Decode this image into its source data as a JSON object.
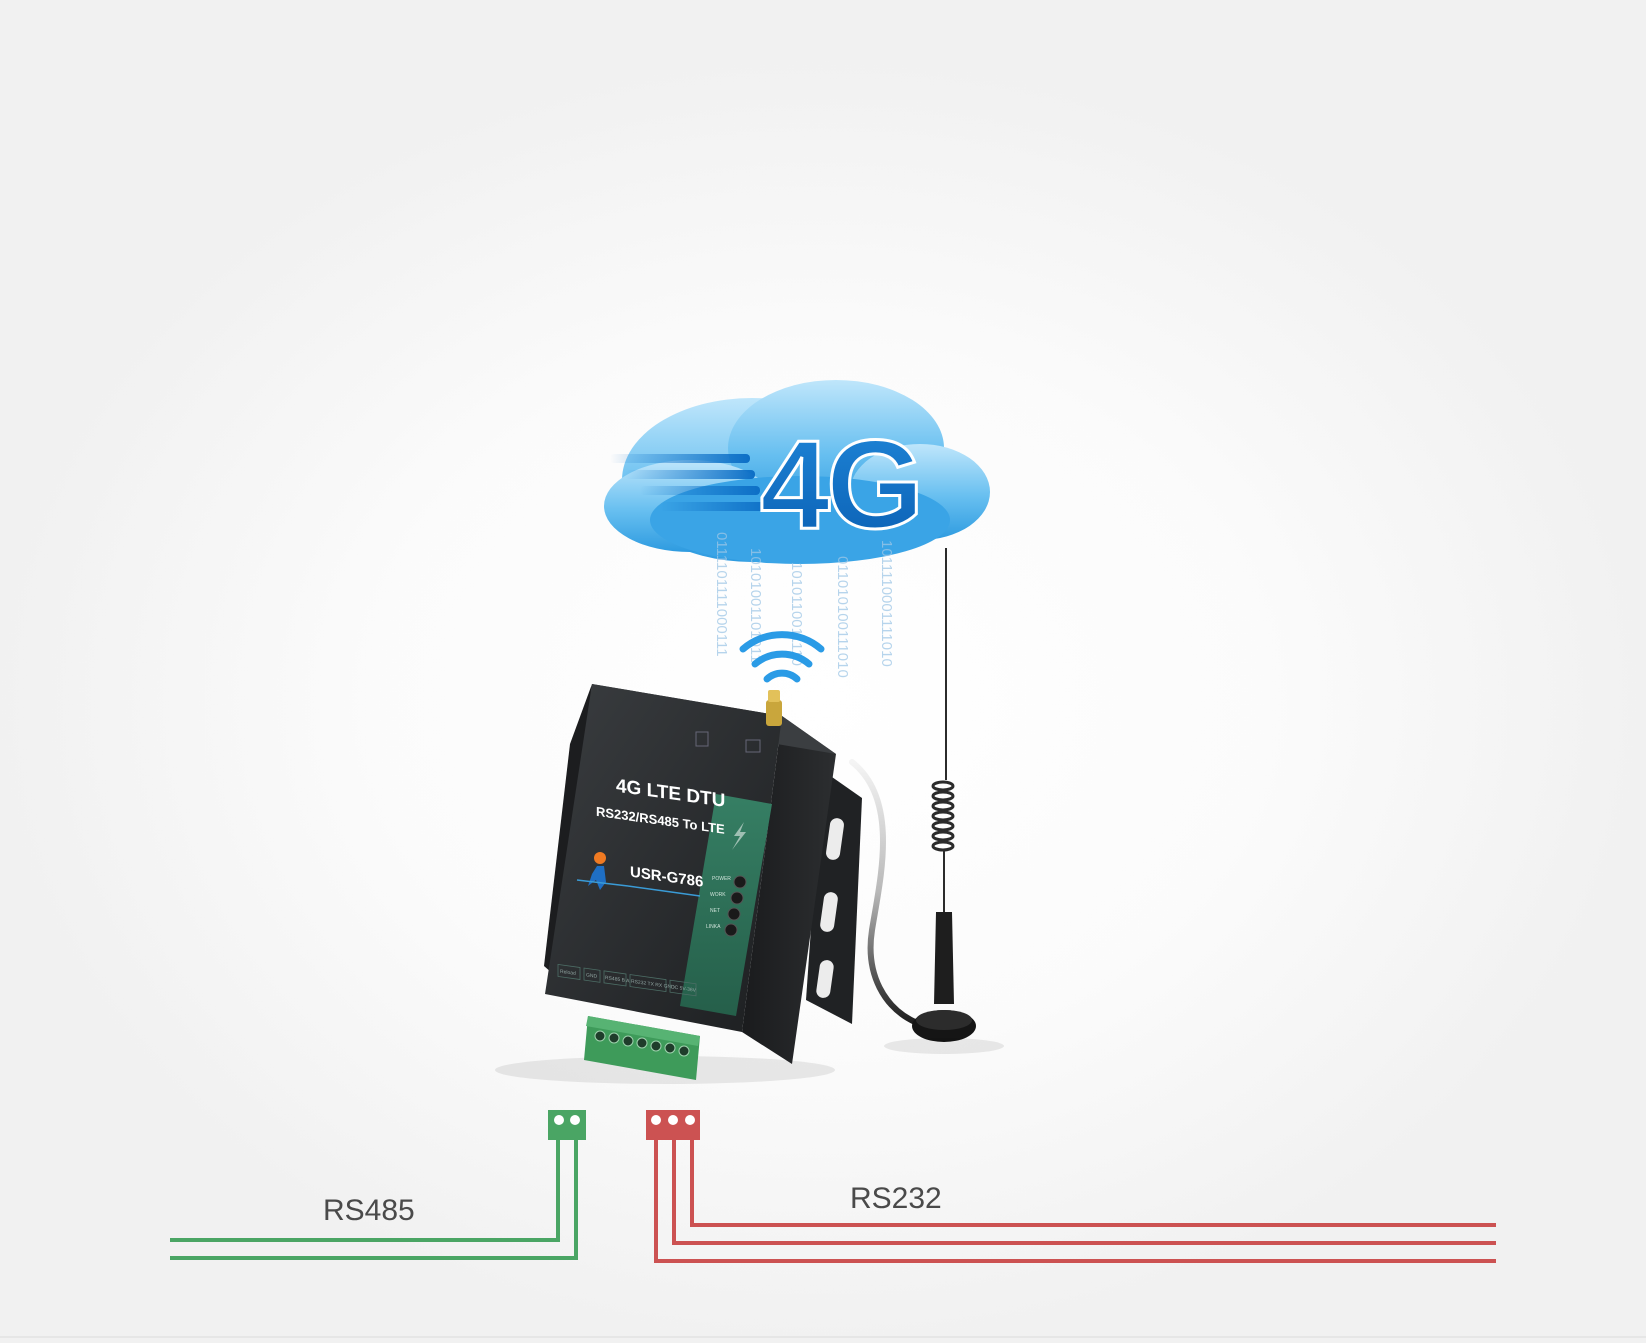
{
  "cloud": {
    "badge": "4G",
    "binary_streams": [
      "0111101111000111",
      "10101001101011",
      "1010110011110",
      "011010100111010",
      "1011110001111010"
    ]
  },
  "device": {
    "product_line": "4G LTE DTU",
    "subtitle": "RS232/RS485 To LTE",
    "model": "USR-G786",
    "indicators": [
      "POWER",
      "WORK",
      "NET",
      "LINKA"
    ],
    "ports": [
      "Reload",
      "GND",
      "RS485 B A",
      "RS232 TX RX GND",
      "DC 5V-36V"
    ]
  },
  "interfaces": {
    "rs485": {
      "label": "RS485",
      "color": "#4aa564",
      "pins": 2
    },
    "rs232": {
      "label": "RS232",
      "color": "#cc5252",
      "pins": 3
    }
  },
  "colors": {
    "cloud_light": "#8fd0f2",
    "cloud_dark": "#1f8fd6",
    "brand_blue": "#0a6cc2",
    "device_body": "#2a2d30",
    "device_panel": "#2f7a5e",
    "terminal_green": "#3e9b5a"
  }
}
